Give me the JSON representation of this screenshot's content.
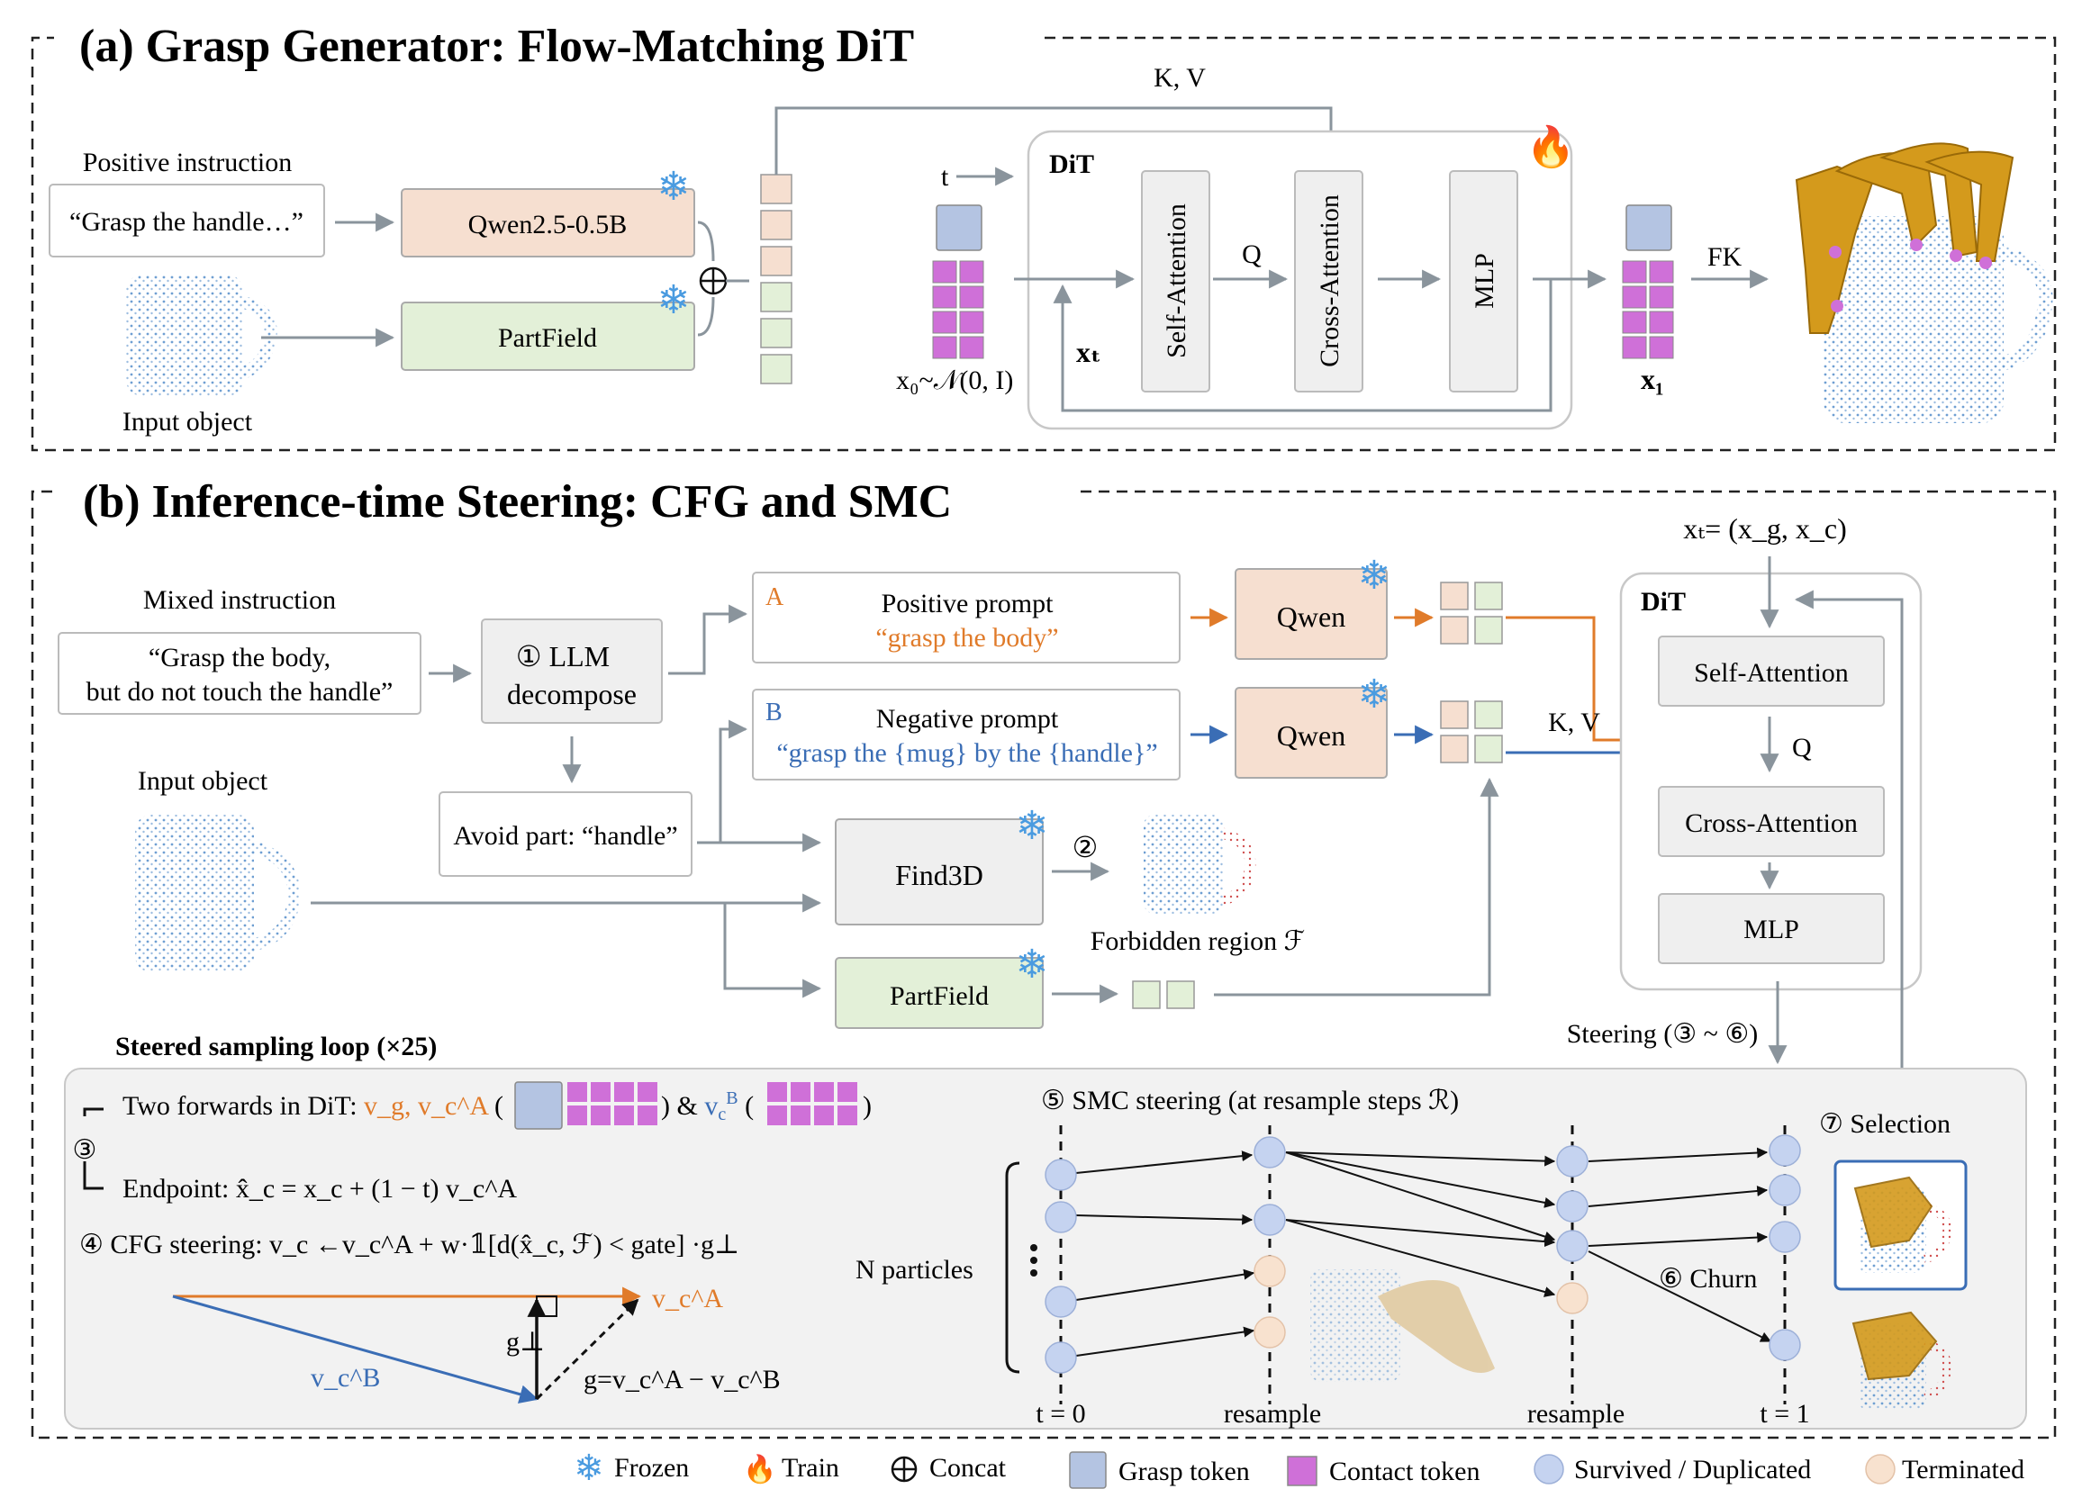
{
  "panel_a": {
    "title": "(a) Grasp Generator: Flow-Matching DiT",
    "positive_instruction_label": "Positive instruction",
    "instruction_text": "“Grasp the handle…”",
    "input_object_label": "Input object",
    "qwen_label": "Qwen2.5-0.5B",
    "partfield_label": "PartField",
    "kv_label": "K, V",
    "t_label": "t",
    "dit_label": "DiT",
    "self_attention": "Self-Attention",
    "cross_attention": "Cross-Attention",
    "mlp": "MLP",
    "q_label": "Q",
    "x0_label": "x₀~𝒩(0, I)",
    "xt_label": "xₜ",
    "x1_label": "x₁",
    "fk_label": "FK"
  },
  "panel_b": {
    "title": "(b) Inference-time Steering: CFG and SMC",
    "xt_eq": "xₜ= (x_g, x_c)",
    "mixed_instruction_label": "Mixed instruction",
    "mixed_instruction_line1": "“Grasp the body,",
    "mixed_instruction_line2": "but do not touch the handle”",
    "llm_decompose_line1": "① LLM",
    "llm_decompose_line2": "decompose",
    "prompt_a_letter": "A",
    "prompt_a_title": "Positive prompt",
    "prompt_a_text": "“grasp the body”",
    "prompt_b_letter": "B",
    "prompt_b_title": "Negative prompt",
    "prompt_b_text": "“grasp the {mug} by the {handle}”",
    "qwen_label": "Qwen",
    "input_object_label": "Input object",
    "avoid_part": "Avoid part: “handle”",
    "find3d_label": "Find3D",
    "step2": "②",
    "forbidden_region": "Forbidden region ℱ",
    "partfield_label": "PartField",
    "kv_label": "K, V",
    "q_label": "Q",
    "dit_label": "DiT",
    "self_attention": "Self-Attention",
    "cross_attention": "Cross-Attention",
    "mlp": "MLP",
    "steering_label": "Steering (③ ~ ⑥)",
    "loop_title": "Steered sampling loop (×25)",
    "two_forwards": "Two forwards in DiT: ",
    "two_forwards_vars": "v_g, v_c^A",
    "endpoint": "Endpoint: x̂_c = x_c + (1 − t) v_c^A",
    "step3": "③",
    "cfg_steering": "④ CFG steering: v_c ←v_c^A + w·𝟙[d(x̂_c, ℱ) < gate] ·g⊥",
    "vec_vca": "v_c^A",
    "vec_vcb": "v_c^B",
    "vec_gperp": "g⊥",
    "vec_g": "g=v_c^A − v_c^B",
    "smc_title": "⑤ SMC steering (at resample steps ℛ)",
    "n_particles": "N particles",
    "churn": "⑥ Churn",
    "selection": "⑦ Selection",
    "t0": "t = 0",
    "resample1": "resample",
    "resample2": "resample",
    "t1": "t = 1"
  },
  "legend": {
    "frozen": "Frozen",
    "train": "Train",
    "concat": "Concat",
    "grasp_token": "Grasp token",
    "contact_token": "Contact token",
    "survived": "Survived / Duplicated",
    "terminated": "Terminated"
  },
  "colors": {
    "orange": "#e07b2a",
    "blue": "#3a6db5",
    "qwen_fill": "#f6dfd0",
    "partfield_fill": "#e3f0d8",
    "grey_box": "#efefef",
    "grasp_token": "#b4c4e2",
    "contact_token": "#cf70d8",
    "arrow_grey": "#8a949c",
    "particle_blue": "#c5d3f0",
    "particle_peach": "#f8e2cf"
  }
}
